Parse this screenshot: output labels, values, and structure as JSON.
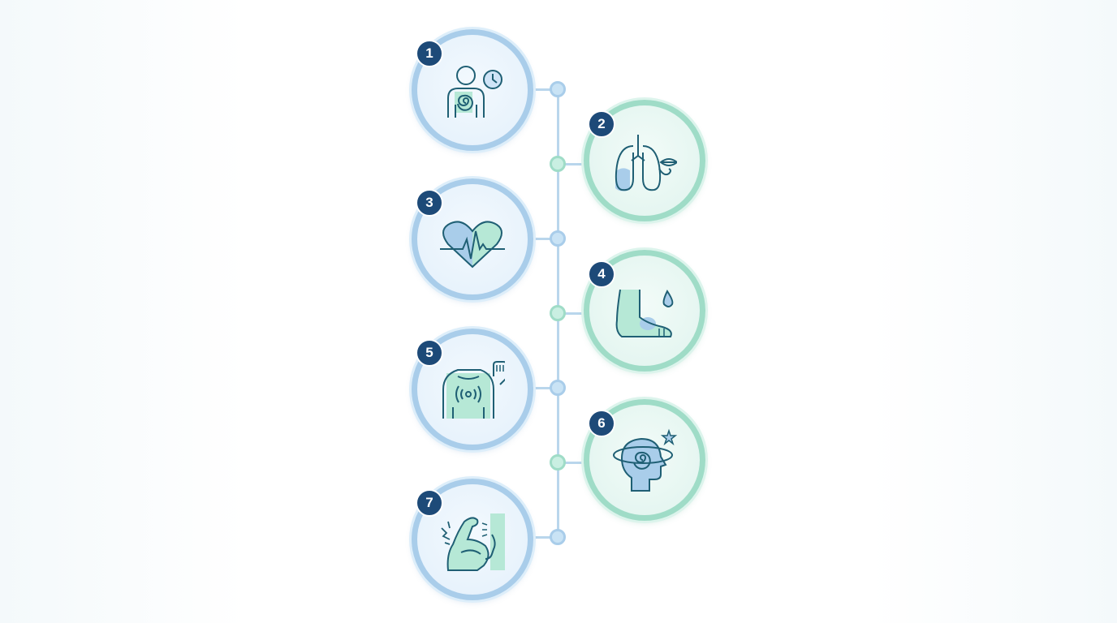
{
  "steps": [
    {
      "number": "1",
      "icon": "person-clock-icon",
      "side": "left",
      "color": "#a9cdea"
    },
    {
      "number": "2",
      "icon": "lungs-icon",
      "side": "right",
      "color": "#9fdcc7"
    },
    {
      "number": "3",
      "icon": "heart-pulse-icon",
      "side": "left",
      "color": "#a9cdea"
    },
    {
      "number": "4",
      "icon": "swollen-foot-icon",
      "side": "right",
      "color": "#9fdcc7"
    },
    {
      "number": "5",
      "icon": "chest-pain-icon",
      "side": "left",
      "color": "#a9cdea"
    },
    {
      "number": "6",
      "icon": "dizzy-head-icon",
      "side": "right",
      "color": "#9fdcc7"
    },
    {
      "number": "7",
      "icon": "muscle-arm-icon",
      "side": "left",
      "color": "#a9cdea"
    }
  ],
  "colors": {
    "badge": "#1d4a78",
    "stroke": "#1f5f74",
    "fill_blue": "#a9cdea",
    "fill_green": "#b6e8d6",
    "line": "#b9d6ec"
  }
}
